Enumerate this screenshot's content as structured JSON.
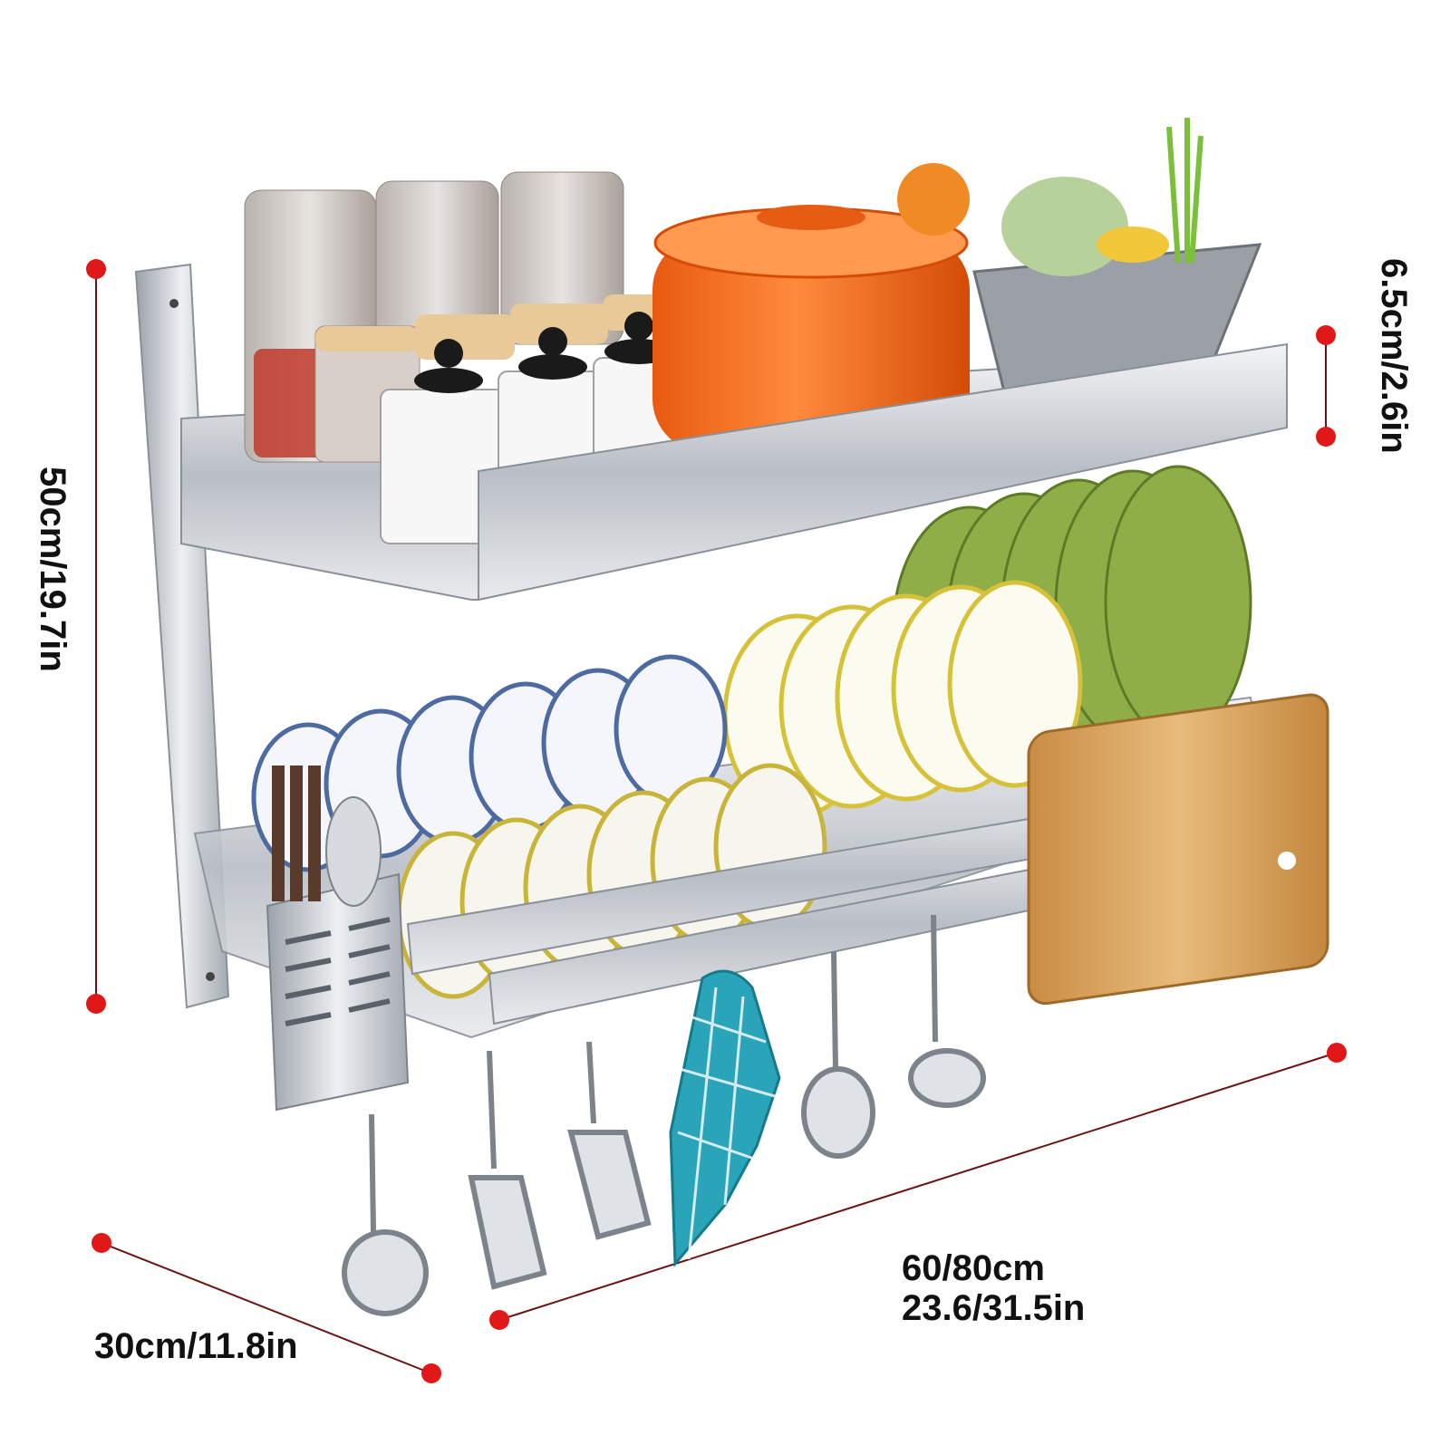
{
  "dimensions": {
    "height": "50cm/19.7in",
    "shelf_rail_height": "6.5cm/2.6in",
    "width_line1": "60/80cm",
    "width_line2": "23.6/31.5in",
    "depth": "30cm/11.8in"
  },
  "colors": {
    "marker": "#e01818",
    "steel": "#c9cdd2",
    "orange_pot": "#f06a1c",
    "green_plates": "#8fae48",
    "towel": "#2aa4b8",
    "board": "#d9a866"
  },
  "icons": {
    "product": "two-tier-wall-dish-rack",
    "marker": "dimension-endpoint-dot"
  }
}
